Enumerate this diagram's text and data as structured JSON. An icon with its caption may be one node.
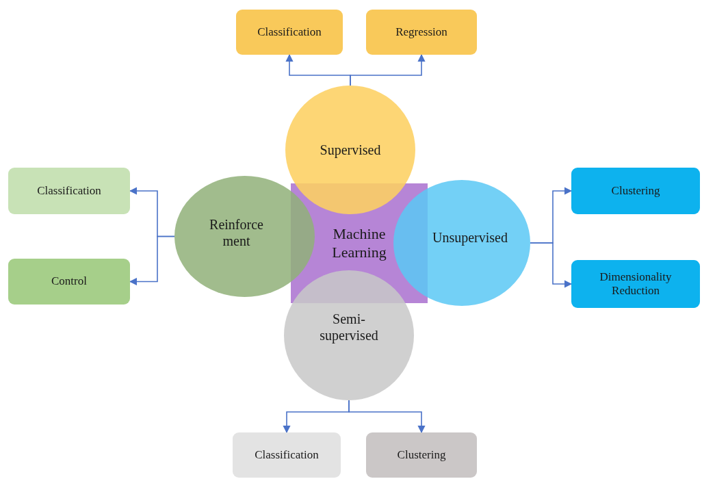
{
  "diagram": {
    "nodes": [
      {
        "text": [
          "Machine Learning"
        ]
      },
      {
        "text": [
          "Supervised"
        ]
      },
      {
        "text": [
          "Reinforce ment"
        ]
      },
      {
        "text": [
          "Unsupervised"
        ]
      },
      {
        "text": [
          "Semi- supervised"
        ]
      },
      {
        "text": [
          "Classification"
        ]
      },
      {
        "text": [
          "Regression"
        ]
      },
      {
        "text": [
          "Classification"
        ]
      },
      {
        "text": [
          "Control"
        ]
      },
      {
        "text": [
          "Clustering"
        ]
      },
      {
        "text": [
          "Dimensionality Reduction"
        ]
      },
      {
        "text": [
          "Classification"
        ]
      },
      {
        "text": [
          "Clustering"
        ]
      }
    ],
    "edges": [
      {
        "from": 1,
        "to": 5,
        "arrow": "to"
      },
      {
        "from": 1,
        "to": 6,
        "arrow": "to"
      },
      {
        "from": 2,
        "to": 7,
        "arrow": "to"
      },
      {
        "from": 2,
        "to": 8,
        "arrow": "to"
      },
      {
        "from": 3,
        "to": 9,
        "arrow": "to"
      },
      {
        "from": 3,
        "to": 10,
        "arrow": "to"
      },
      {
        "from": 4,
        "to": 11,
        "arrow": "to"
      },
      {
        "from": 4,
        "to": 12,
        "arrow": "to"
      }
    ]
  }
}
